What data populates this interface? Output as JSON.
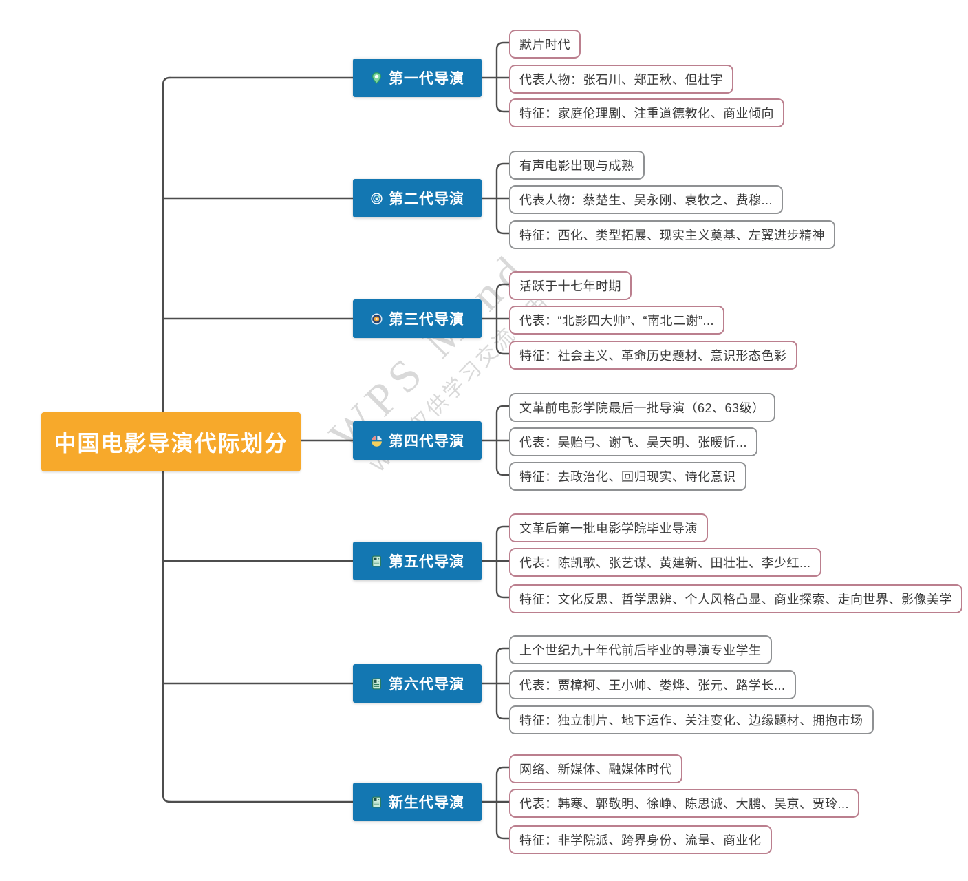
{
  "root": {
    "label": "中国电影导演代际划分"
  },
  "watermark": {
    "line1": "WPS Mind",
    "line2": "WPS仅供学习交流使用"
  },
  "branches": [
    {
      "label": "第一代导演",
      "icon": "location-pin-icon",
      "leaves": [
        "默片时代",
        "代表人物：张石川、郑正秋、但杜宇",
        "特征：家庭伦理剧、注重道德教化、商业倾向"
      ]
    },
    {
      "label": "第二代导演",
      "icon": "target-icon",
      "leaves": [
        "有声电影出现与成熟",
        "代表人物：蔡楚生、吴永刚、袁牧之、费穆...",
        "特征：西化、类型拓展、现实主义奠基、左翼进步精神"
      ]
    },
    {
      "label": "第三代导演",
      "icon": "medal-icon",
      "leaves": [
        "活跃于十七年时期",
        "代表：“北影四大帅”、“南北二谢”...",
        "特征：社会主义、革命历史题材、意识形态色彩"
      ]
    },
    {
      "label": "第四代导演",
      "icon": "pie-chart-icon",
      "leaves": [
        "文革前电影学院最后一批导演（62、63级）",
        "代表：吴贻弓、谢飞、吴天明、张暖忻...",
        "特征：去政治化、回归现实、诗化意识"
      ]
    },
    {
      "label": "第五代导演",
      "icon": "document-icon",
      "leaves": [
        "文革后第一批电影学院毕业导演",
        "代表：陈凯歌、张艺谋、黄建新、田壮壮、李少红...",
        "特征：文化反思、哲学思辨、个人风格凸显、商业探索、走向世界、影像美学"
      ]
    },
    {
      "label": "第六代导演",
      "icon": "document-icon",
      "leaves": [
        "上个世纪九十年代前后毕业的导演专业学生",
        "代表：贾樟柯、王小帅、娄烨、张元、路学长...",
        "特征：独立制片、地下运作、关注变化、边缘题材、拥抱市场"
      ]
    },
    {
      "label": "新生代导演",
      "icon": "document-icon",
      "leaves": [
        "网络、新媒体、融媒体时代",
        "代表：韩寒、郭敬明、徐峥、陈思诚、大鹏、吴京、贾玲...",
        "特征：非学院派、跨界身份、流量、商业化"
      ]
    }
  ],
  "colors": {
    "root_bg": "#F7A92B",
    "node_bg": "#1377B2",
    "line": "#4d4d4d",
    "leaf_pink": "#bb7f8e",
    "leaf_gray": "#8f9193",
    "leaf_text": "#3c3c3c",
    "watermark": "#d9d9d9"
  }
}
